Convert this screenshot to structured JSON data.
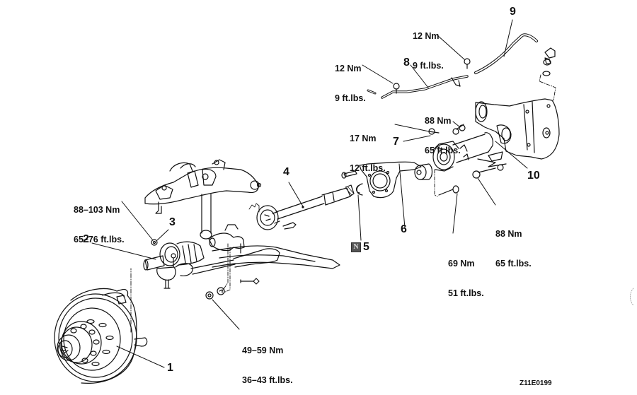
{
  "figure": {
    "title": "Rear axle / differential exploded view",
    "code": "Z11E0199"
  },
  "callouts": [
    {
      "id": "1",
      "label": "1"
    },
    {
      "id": "2",
      "label": "2"
    },
    {
      "id": "3",
      "label": "3"
    },
    {
      "id": "4",
      "label": "4"
    },
    {
      "id": "5",
      "label": "5",
      "badge": "N"
    },
    {
      "id": "6",
      "label": "6"
    },
    {
      "id": "7",
      "label": "7"
    },
    {
      "id": "8",
      "label": "8"
    },
    {
      "id": "9",
      "label": "9"
    },
    {
      "id": "10",
      "label": "10"
    }
  ],
  "torques": [
    {
      "id": "t-88-103",
      "nm": "88–103 Nm",
      "ftlbs": "65–76 ft.lbs."
    },
    {
      "id": "t-49-59",
      "nm": "49–59 Nm",
      "ftlbs": "36–43 ft.lbs."
    },
    {
      "id": "t-12-a",
      "nm": "12 Nm",
      "ftlbs": "9 ft.lbs."
    },
    {
      "id": "t-12-b",
      "nm": "12 Nm",
      "ftlbs": "9 ft.lbs."
    },
    {
      "id": "t-88-a",
      "nm": "88 Nm",
      "ftlbs": "65 ft.lbs."
    },
    {
      "id": "t-17",
      "nm": "17 Nm",
      "ftlbs": "12 ft.lbs."
    },
    {
      "id": "t-88-b",
      "nm": "88 Nm",
      "ftlbs": "65 ft.lbs."
    },
    {
      "id": "t-69",
      "nm": "69 Nm",
      "ftlbs": "51 ft.lbs."
    }
  ]
}
